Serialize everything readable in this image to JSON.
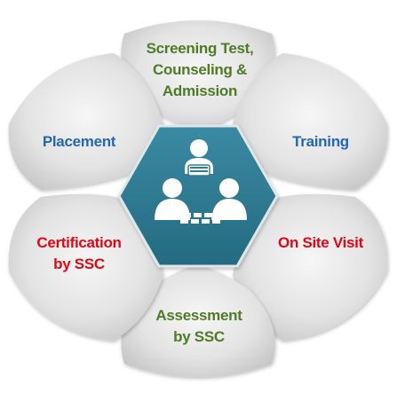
{
  "process_cycle": {
    "center_icon": "group-meeting-icon",
    "colors": {
      "petal_fill_light": "#f4f4f4",
      "petal_fill_dark": "#c9c9c9",
      "hub_fill": "#2e7d95",
      "hub_border": "#dfe7ea",
      "icon_color": "#ffffff",
      "green_text": "#4f7a26",
      "blue_text": "#2566b4",
      "red_text": "#e30613"
    },
    "steps": [
      {
        "label": "Screening Test,\nCounseling &\nAdmission"
      },
      {
        "label": "Training"
      },
      {
        "label": "On Site Visit"
      },
      {
        "label": "Assessment\nby SSC"
      },
      {
        "label": "Certification\nby SSC"
      },
      {
        "label": "Placement"
      }
    ]
  }
}
